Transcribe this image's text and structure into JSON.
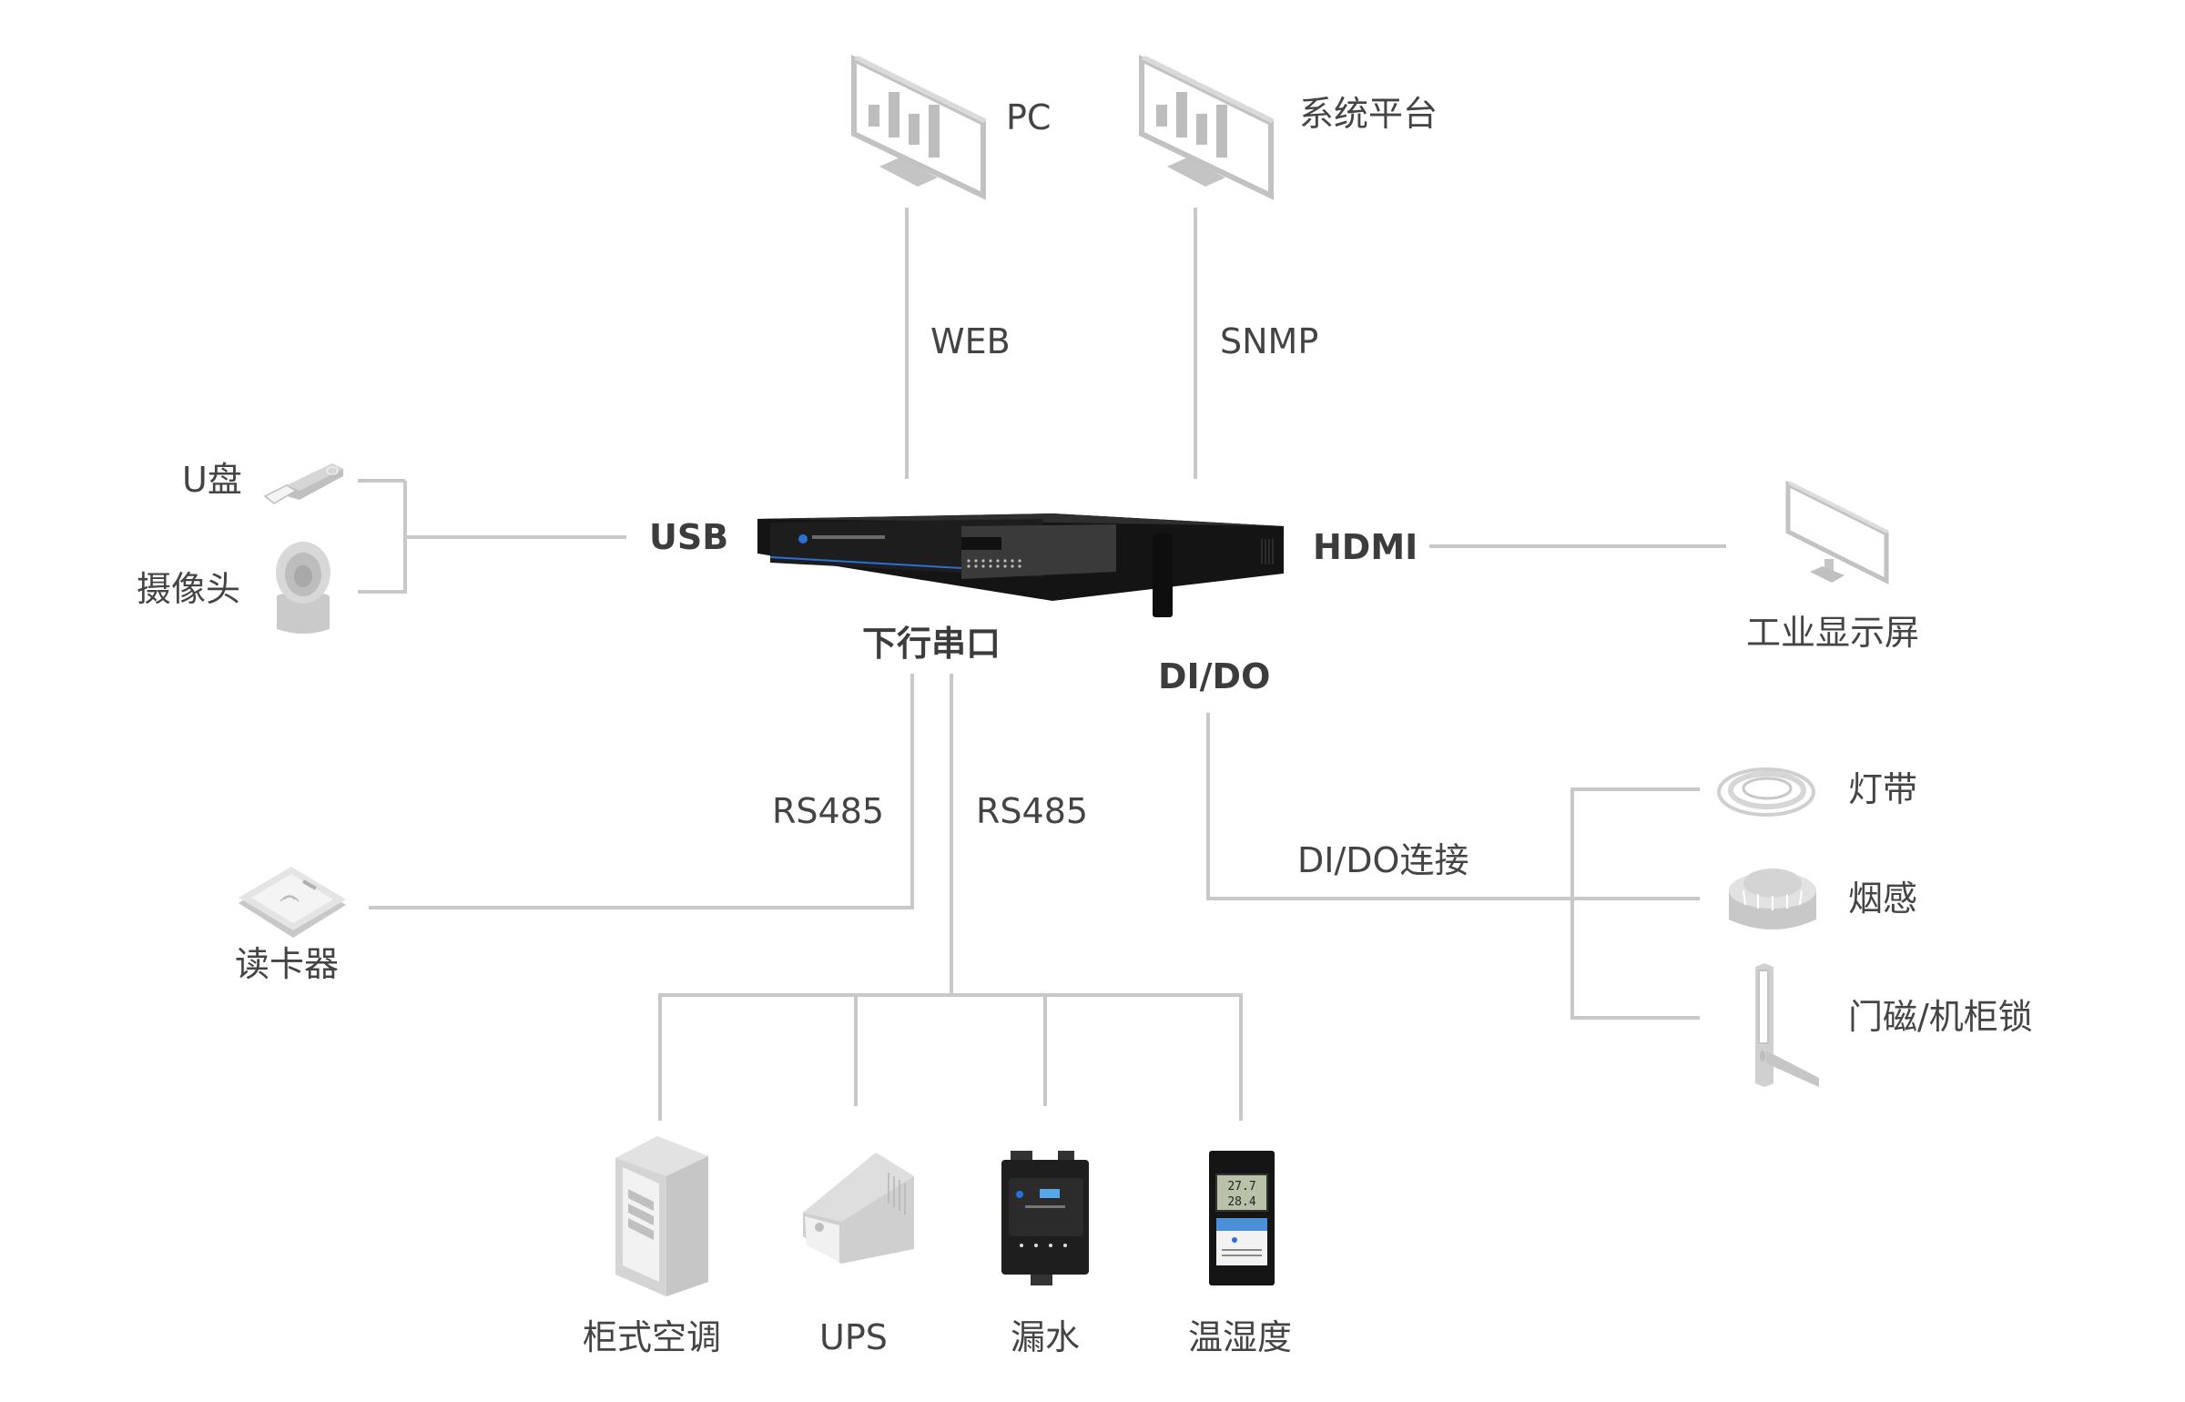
{
  "colors": {
    "line": "#c8c8c8",
    "text": "#444444",
    "icon_fill": "#d4d4d4",
    "device_body": "#1c1c1c",
    "accent_blue": "#2a6fd6"
  },
  "center_device": {
    "name": "monitoring-host",
    "ports": {
      "usb": "USB",
      "hdmi": "HDMI",
      "serial": "下行串口",
      "dido": "DI/DO"
    }
  },
  "top": {
    "pc": {
      "label": "PC",
      "link": "WEB"
    },
    "platform": {
      "label": "系统平台",
      "link": "SNMP"
    }
  },
  "left": {
    "usb_devices": [
      {
        "label": "U盘",
        "icon": "usb-drive-icon"
      },
      {
        "label": "摄像头",
        "icon": "camera-icon"
      }
    ],
    "card_reader": {
      "label": "读卡器",
      "link": "RS485"
    }
  },
  "right": {
    "display": {
      "label": "工业显示屏"
    },
    "dido_link": "DI/DO连接",
    "dido_devices": [
      {
        "label": "灯带",
        "icon": "light-strip-icon"
      },
      {
        "label": "烟感",
        "icon": "smoke-detector-icon"
      },
      {
        "label": "门磁/机柜锁",
        "icon": "door-lock-icon"
      }
    ]
  },
  "bottom": {
    "link": "RS485",
    "devices": [
      {
        "label": "柜式空调",
        "icon": "air-conditioner-icon"
      },
      {
        "label": "UPS",
        "icon": "ups-icon"
      },
      {
        "label": "漏水",
        "icon": "water-leak-sensor-icon"
      },
      {
        "label": "温湿度",
        "icon": "temp-humidity-sensor-icon"
      }
    ],
    "temp_display": {
      "temperature": "27.7",
      "humidity": "28.4"
    }
  }
}
